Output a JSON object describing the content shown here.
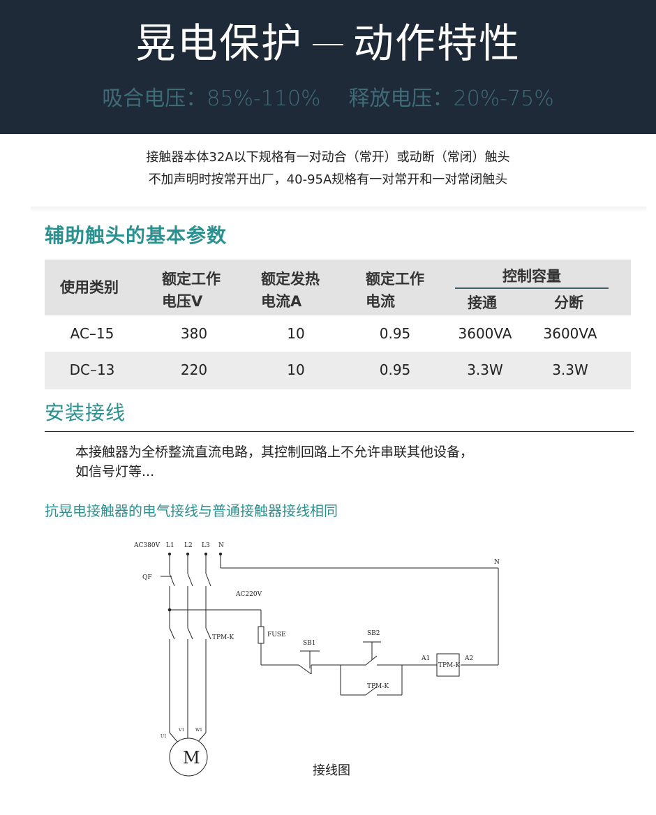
{
  "header": {
    "title_left": "晃电保护",
    "title_right": "动作特性",
    "sub_left": "吸合电压：85%-110%",
    "sub_right": "释放电压：20%-75%"
  },
  "note": {
    "line1": "接触器本体32A以下规格有一对动合（常开）或动断（常闭）触头",
    "line2": "不加声明时按常开出厂，40-95A规格有一对常开和一对常闭触头"
  },
  "aux_section": {
    "title": "辅助触头的基本参数",
    "headers": {
      "category": "使用类别",
      "voltage_1": "额定工作",
      "voltage_2": "电压V",
      "heat_1": "额定发热",
      "heat_2": "电流A",
      "current_1": "额定工作",
      "current_2": "电流",
      "control": "控制容量",
      "make": "接通",
      "break": "分断"
    },
    "rows": [
      [
        "AC–15",
        "380",
        "10",
        "0.95",
        "3600VA",
        "3600VA"
      ],
      [
        "DC–13",
        "220",
        "10",
        "0.95",
        "3.3W",
        "3.3W"
      ]
    ]
  },
  "install": {
    "title": "安装接线",
    "para_line1": "本接触器为全桥整流直流电路，其控制回路上不允许串联其他设备，",
    "para_line2": "如信号灯等...",
    "subtitle": "抗晃电接触器的电气接线与普通接触器接线相同"
  },
  "diagram": {
    "labels": {
      "ac380": "AC380V",
      "l1": "L1",
      "l2": "L2",
      "l3": "L3",
      "n_top": "N",
      "n_right": "N",
      "qf": "QF",
      "ac220": "AC220V",
      "fuse": "FUSE",
      "sb1": "SB1",
      "sb2": "SB2",
      "tpm_k_main": "TPM-K",
      "tpm_k_aux": "TPM-K",
      "tpm_k_coil": "TPM-K",
      "a1": "A1",
      "a2": "A2",
      "u1": "U1",
      "v1": "V1",
      "w1": "W1",
      "motor": "M"
    },
    "caption": "接线图"
  }
}
